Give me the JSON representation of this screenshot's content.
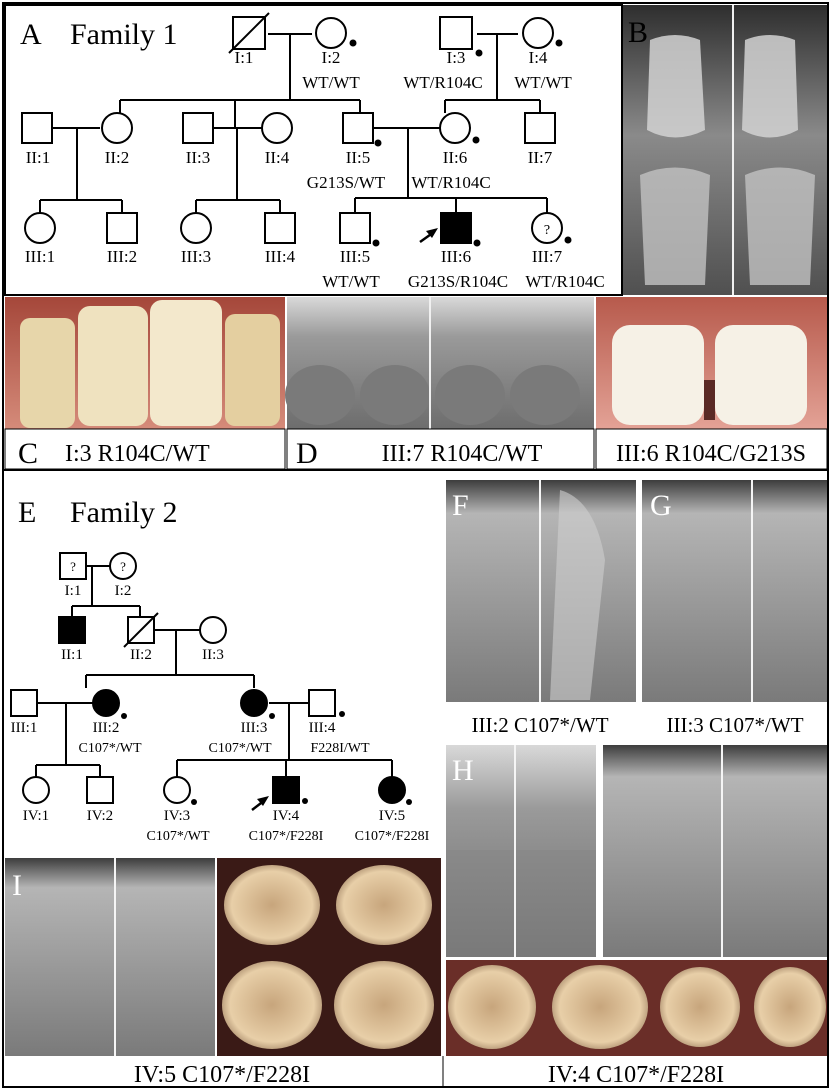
{
  "colors": {
    "frame": "#000000",
    "xray_dark": "#3a3a3a",
    "xray_light": "#cfcfcf",
    "gum": "#b8675a",
    "tooth": "#efe6d2"
  },
  "family1": {
    "panel_letter": "A",
    "title": "Family 1",
    "individuals": {
      "I1": {
        "label": "I:1",
        "genotype": ""
      },
      "I2": {
        "label": "I:2",
        "genotype": "WT/WT"
      },
      "I3": {
        "label": "I:3",
        "genotype": "WT/R104C"
      },
      "I4": {
        "label": "I:4",
        "genotype": "WT/WT"
      },
      "II1": {
        "label": "II:1",
        "genotype": ""
      },
      "II2": {
        "label": "II:2",
        "genotype": ""
      },
      "II3": {
        "label": "II:3",
        "genotype": ""
      },
      "II4": {
        "label": "II:4",
        "genotype": ""
      },
      "II5": {
        "label": "II:5",
        "genotype": "G213S/WT"
      },
      "II6": {
        "label": "II:6",
        "genotype": "WT/R104C"
      },
      "II7": {
        "label": "II:7",
        "genotype": ""
      },
      "III1": {
        "label": "III:1",
        "genotype": ""
      },
      "III2": {
        "label": "III:2",
        "genotype": ""
      },
      "III3": {
        "label": "III:3",
        "genotype": ""
      },
      "III4": {
        "label": "III:4",
        "genotype": ""
      },
      "III5": {
        "label": "III:5",
        "genotype": "WT/WT"
      },
      "III6": {
        "label": "III:6",
        "genotype": "G213S/R104C"
      },
      "III7": {
        "label": "III:7",
        "genotype": "WT/R104C"
      }
    }
  },
  "panels": {
    "B": {
      "letter": "B"
    },
    "C": {
      "letter": "C",
      "caption": "I:3 R104C/WT"
    },
    "D": {
      "letter": "D",
      "caption": "III:7 R104C/WT"
    },
    "Dphoto": {
      "caption": "III:6 R104C/G213S"
    },
    "F": {
      "letter": "F",
      "caption": "III:2 C107*/WT"
    },
    "G": {
      "letter": "G",
      "caption": "III:3 C107*/WT"
    },
    "H": {
      "letter": "H"
    },
    "I": {
      "letter": "I",
      "caption": "IV:5 C107*/F228I"
    },
    "IV4": {
      "caption": "IV:4 C107*/F228I"
    }
  },
  "family2": {
    "panel_letter": "E",
    "title": "Family 2",
    "unknown_mark": "?",
    "individuals": {
      "I1": {
        "label": "I:1",
        "genotype": ""
      },
      "I2": {
        "label": "I:2",
        "genotype": ""
      },
      "II1": {
        "label": "II:1",
        "genotype": ""
      },
      "II2": {
        "label": "II:2",
        "genotype": ""
      },
      "II3": {
        "label": "II:3",
        "genotype": ""
      },
      "III1": {
        "label": "III:1",
        "genotype": ""
      },
      "III2": {
        "label": "III:2",
        "genotype": "C107*/WT"
      },
      "III3": {
        "label": "III:3",
        "genotype": "C107*/WT"
      },
      "III4": {
        "label": "III:4",
        "genotype": "F228I/WT"
      },
      "IV1": {
        "label": "IV:1",
        "genotype": ""
      },
      "IV2": {
        "label": "IV:2",
        "genotype": ""
      },
      "IV3": {
        "label": "IV:3",
        "genotype": "C107*/WT"
      },
      "IV4": {
        "label": "IV:4",
        "genotype": "C107*/F228I"
      },
      "IV5": {
        "label": "IV:5",
        "genotype": "C107*/F228I"
      }
    }
  }
}
